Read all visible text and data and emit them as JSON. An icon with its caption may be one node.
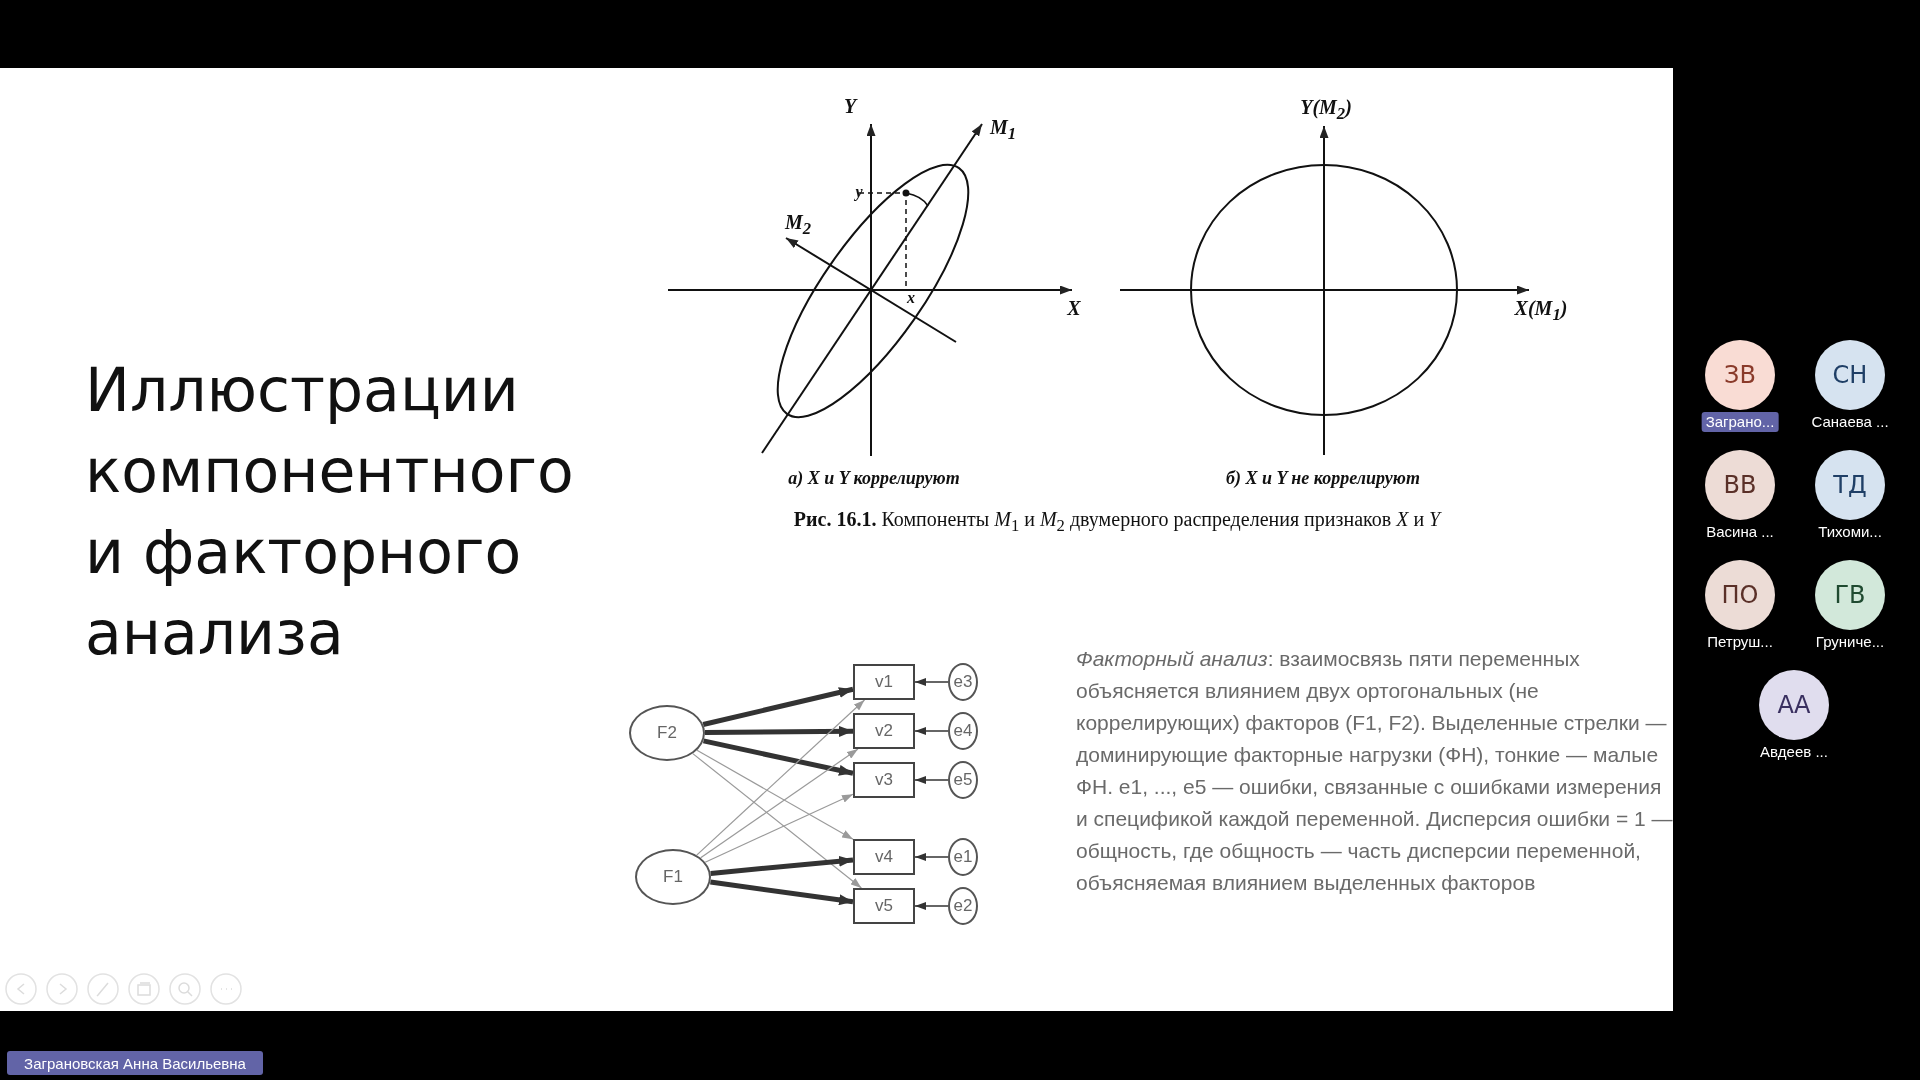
{
  "diagram": {
    "title": "Иллюстрации компонентного и факторного анализа",
    "nodes": [
      {
        "text": [
          "F2"
        ]
      },
      {
        "text": [
          "v1"
        ]
      },
      {
        "text": [
          "e3"
        ]
      },
      {
        "text": [
          "v2"
        ]
      },
      {
        "text": [
          "e4"
        ]
      },
      {
        "text": [
          "v3"
        ]
      },
      {
        "text": [
          "e5"
        ]
      },
      {
        "text": [
          "F1"
        ]
      },
      {
        "text": [
          "v4"
        ]
      },
      {
        "text": [
          "e1"
        ]
      },
      {
        "text": [
          "v5"
        ]
      },
      {
        "text": [
          "e2"
        ]
      },
      {
        "text": [
          "ЗВ"
        ],
        "beside": [
          "Заграно..."
        ]
      },
      {
        "text": [
          "СН"
        ],
        "beside": [
          "Санаева ..."
        ]
      },
      {
        "text": [
          "ВВ"
        ],
        "beside": [
          "Васина ..."
        ]
      },
      {
        "text": [
          "ТД"
        ],
        "beside": [
          "Тихоми..."
        ]
      },
      {
        "text": [
          "ПО"
        ],
        "beside": [
          "Петруш..."
        ]
      },
      {
        "text": [
          "ГВ"
        ],
        "beside": [
          "Груниче..."
        ]
      },
      {
        "text": [
          "АА"
        ],
        "beside": [
          "Авдеев ..."
        ]
      },
      {
        "text": [
          "Заграновская Анна Васильевна"
        ]
      }
    ],
    "edges": [
      {
        "from": 0,
        "to": 1,
        "arrow": "to",
        "style": "thick"
      },
      {
        "from": 0,
        "to": 3,
        "arrow": "to",
        "style": "thick"
      },
      {
        "from": 0,
        "to": 5,
        "arrow": "to",
        "style": "thick"
      },
      {
        "from": 0,
        "to": 8,
        "arrow": "to",
        "color": "#9a9a9a"
      },
      {
        "from": 0,
        "to": 10,
        "arrow": "to",
        "color": "#9a9a9a"
      },
      {
        "from": 7,
        "to": 1,
        "arrow": "to",
        "color": "#9a9a9a"
      },
      {
        "from": 7,
        "to": 3,
        "arrow": "to",
        "color": "#9a9a9a"
      },
      {
        "from": 7,
        "to": 5,
        "arrow": "to",
        "color": "#9a9a9a"
      },
      {
        "from": 7,
        "to": 8,
        "arrow": "to",
        "style": "thick"
      },
      {
        "from": 7,
        "to": 10,
        "arrow": "to",
        "style": "thick"
      },
      {
        "from": 2,
        "to": 1,
        "arrow": "to"
      },
      {
        "from": 4,
        "to": 3,
        "arrow": "to"
      },
      {
        "from": 6,
        "to": 5,
        "arrow": "to"
      },
      {
        "from": 9,
        "to": 8,
        "arrow": "to"
      },
      {
        "from": 11,
        "to": 10,
        "arrow": "to"
      }
    ],
    "labels": [
      "Y",
      "M$_{1}$",
      "Y(M$_{2}$)",
      "y",
      "M$_{2}$",
      "x",
      "X",
      "X(M$_{1}$)",
      "а) X и Y коррелируют",
      "б) X и Y не коррелируют",
      "**Рис. 16.1.** Компоненты *M*$_{1}$ и *M*$_{2}$ двумерного распределения признаков *X* и *Y*",
      "*Факторный анализ*: взаимосвязь пяти переменных объясняется влиянием двух ортогональных (не коррелирующих) факторов (F1, F2). Выделенные стрелки — доминирующие факторные нагрузки (ФН), тонкие — малые ФН. e1, ..., e5 — ошибки, связанные с ошибками измерения и спецификой каждой переменной. Дисперсия ошибки = 1 — общность, где общность — часть дисперсии переменной, объясняемая влиянием выделенных факторов"
    ]
  }
}
